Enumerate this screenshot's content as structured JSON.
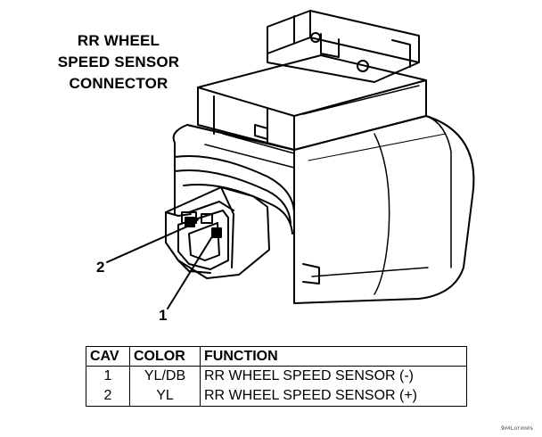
{
  "title_lines": [
    "RR WHEEL",
    "SPEED SENSOR",
    "CONNECTOR"
  ],
  "callouts": [
    {
      "label": "2"
    },
    {
      "label": "1"
    }
  ],
  "table": {
    "headers": [
      "CAV",
      "COLOR",
      "FUNCTION"
    ],
    "rows": [
      {
        "cav": "1",
        "color": "YL/DB",
        "function": "RR WHEEL SPEED SENSOR (-)"
      },
      {
        "cav": "2",
        "color": "YL",
        "function": "RR WHEEL SPEED SENSOR (+)"
      }
    ]
  },
  "figure_code": "9##Lor#n#s"
}
